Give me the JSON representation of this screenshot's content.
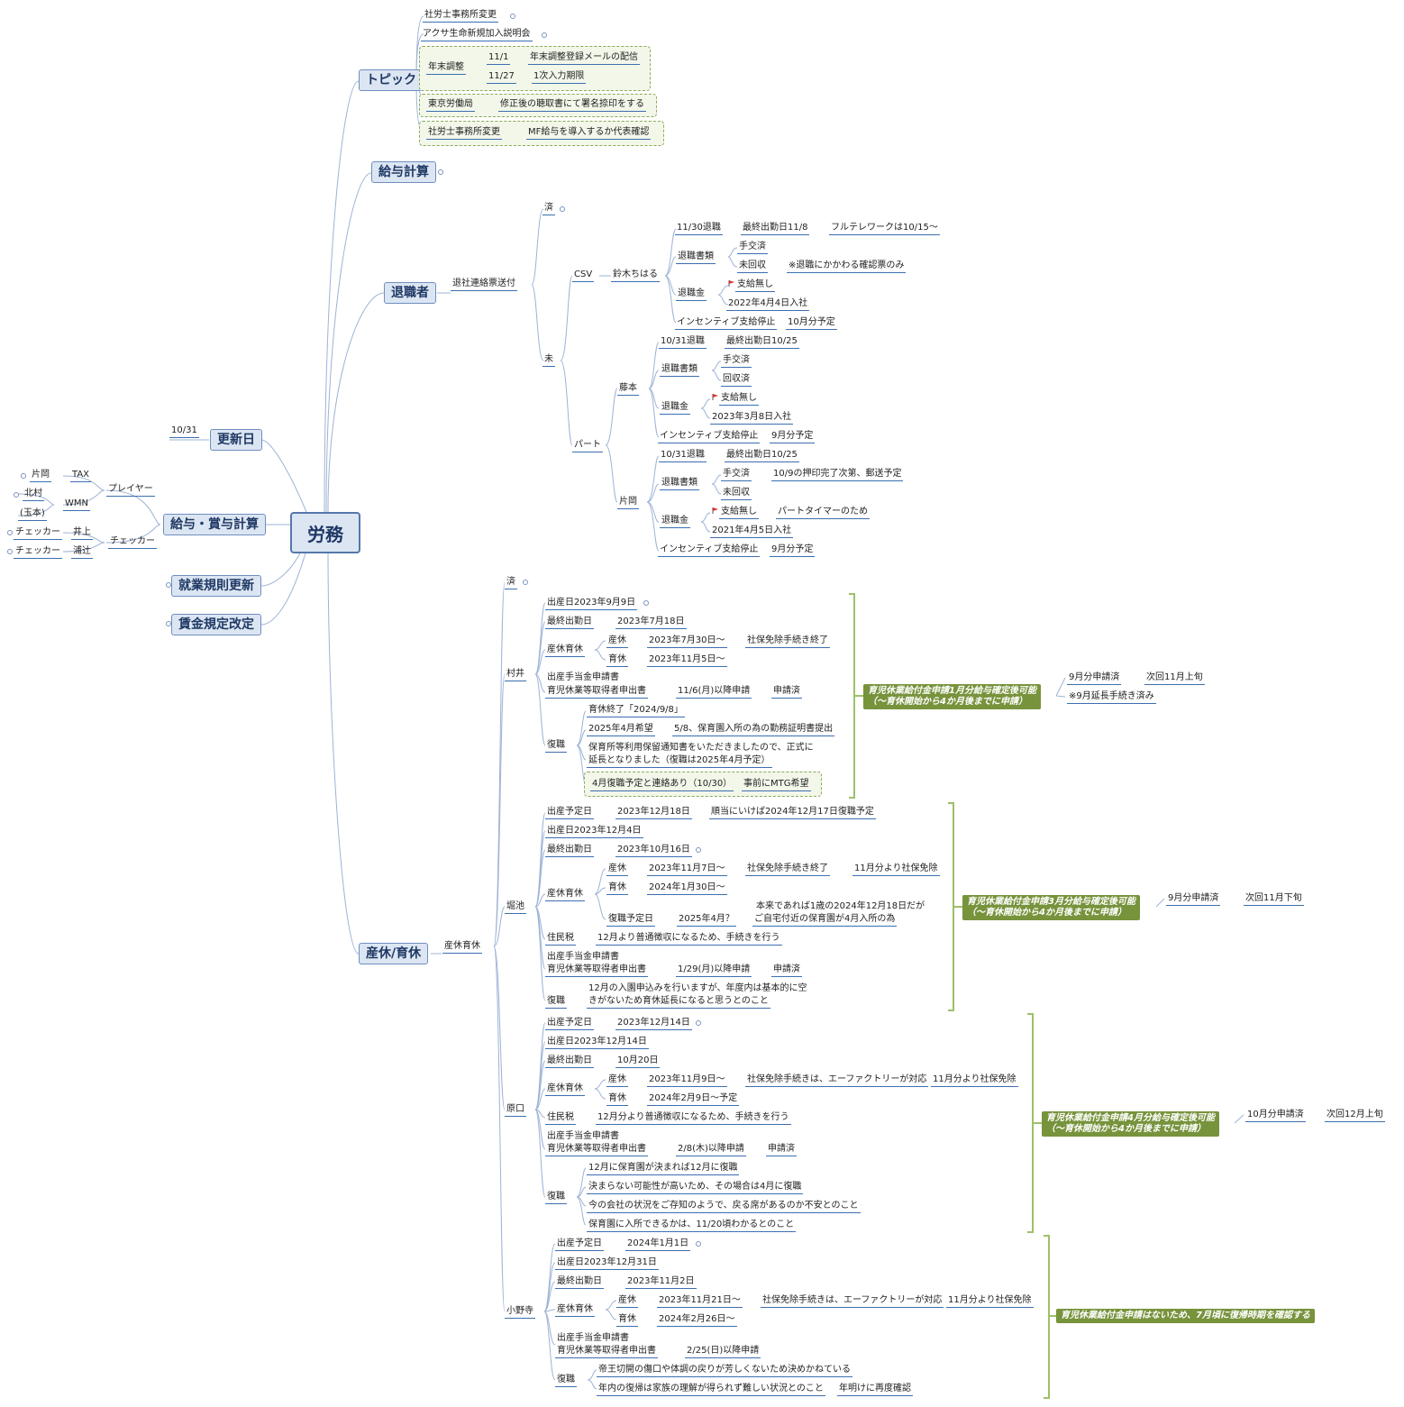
{
  "root": "労務",
  "topic": {
    "label": "トピック",
    "items": [
      "社労士事務所変更",
      "アクサ生命新規加入説明会"
    ],
    "nencho": {
      "label": "年末調整",
      "d1": "11/1",
      "t1": "年末調整登録メールの配信",
      "d2": "11/27",
      "t2": "1次入力期限"
    },
    "roudou": {
      "label": "東京労働局",
      "text": "修正後の聴取書にて署名捺印をする"
    },
    "sharou": {
      "label": "社労士事務所変更",
      "text": "MF給与を導入するか代表確認"
    }
  },
  "kyuyo": "給与計算",
  "taishoku": {
    "label": "退職者",
    "send": "退社連絡票送付",
    "done": "済",
    "undone": "未",
    "csv": "CSV",
    "part": "パート",
    "suzuki": {
      "name": "鈴木ちはる",
      "ret": "11/30退職",
      "last": "最終出勤日11/8",
      "tele": "フルテレワークは10/15～",
      "docs": "退職書類",
      "d1": "手交済",
      "d2": "未回収",
      "d2note": "※退職にかかわる確認票のみ",
      "money": "退職金",
      "m1": "支給無し",
      "m2": "2022年4月4日入社",
      "inc": "インセンティブ支給停止",
      "incv": "10月分予定"
    },
    "fujimoto": {
      "name": "藤本",
      "ret": "10/31退職",
      "last": "最終出勤日10/25",
      "docs": "退職書類",
      "d1": "手交済",
      "d2": "回収済",
      "money": "退職金",
      "m1": "支給無し",
      "m2": "2023年3月8日入社",
      "inc": "インセンティブ支給停止",
      "incv": "9月分予定"
    },
    "kataoka": {
      "name": "片岡",
      "ret": "10/31退職",
      "last": "最終出勤日10/25",
      "docs": "退職書類",
      "d1": "手交済",
      "d1note": "10/9の押印完了次第、郵送予定",
      "d2": "未回収",
      "money": "退職金",
      "m1": "支給無し",
      "m1note": "パートタイマーのため",
      "m2": "2021年4月5日入社",
      "inc": "インセンティブ支給停止",
      "incv": "9月分予定"
    }
  },
  "koushin": {
    "label": "更新日",
    "date": "10/31"
  },
  "kyuyo_shoyo": {
    "label": "給与・賞与計算",
    "player": "プレイヤー",
    "checker": "チェッカー",
    "tax": "TAX",
    "kataoka": "片岡",
    "wmn": "WMN",
    "kitamura": "北村",
    "tamamoto": "(玉本)",
    "inoue": "井上",
    "urasuji": "浦辻",
    "chk": "チェッカー"
  },
  "shugyo": "就業規則更新",
  "chingin": "賃金規定改定",
  "sankyu": {
    "label": "産休/育休",
    "sub": "産休育休",
    "done": "済",
    "murai": {
      "name": "村井",
      "birth": "出産日2023年9月9日",
      "last": "最終出勤日",
      "lastv": "2023年7月18日",
      "ikukyu": "産休育休",
      "sankyu": "産休",
      "sankyuv": "2023年7月30日～",
      "sankyun": "社保免除手続き終了",
      "ikyu": "育休",
      "ikyuv": "2023年11月5日～",
      "app1": "出産手当金申請書",
      "app2": "育児休業等取得者申出書",
      "appv": "11/6(月)以降申請",
      "appn": "申請済",
      "fuku": "復職",
      "f1": "育休終了「2024/9/8」",
      "f2": "2025年4月希望",
      "f2n": "5/8、保育園入所の為の勤務証明書提出",
      "f3a": "保育所等利用保留通知書をいただきましたので、正式に",
      "f3b": "延長となりました（復職は2025年4月予定）",
      "f4": "4月復職予定と連絡あり（10/30）",
      "f4n": "事前にMTG希望"
    },
    "horiike": {
      "name": "堀池",
      "due": "出産予定日",
      "duev": "2023年12月18日",
      "duen": "順当にいけば2024年12月17日復職予定",
      "birth": "出産日2023年12月4日",
      "last": "最終出勤日",
      "lastv": "2023年10月16日",
      "ikukyu": "産休育休",
      "sankyu": "産休",
      "sankyuv": "2023年11月7日～",
      "sankyun": "社保免除手続き終了",
      "sankyun2": "11月分より社保免除",
      "ikyu": "育休",
      "ikyuv": "2024年1月30日～",
      "fukuday": "復職予定日",
      "fukudayv": "2025年4月？",
      "fukun1": "本来であれば1歳の2024年12月18日だが",
      "fukun2": "ご自宅付近の保育園が4月入所の為",
      "jumin": "住民税",
      "juminv": "12月より普通徴収になるため、手続きを行う",
      "app1": "出産手当金申請書",
      "app2": "育児休業等取得者申出書",
      "appv": "1/29(月)以降申請",
      "appn": "申請済",
      "fuku": "復職",
      "fukua": "12月の入園申込みを行いますが、年度内は基本的に空",
      "fukub": "きがないため育休延長になると思うとのこと"
    },
    "haraguchi": {
      "name": "原口",
      "due": "出産予定日",
      "duev": "2023年12月14日",
      "birth": "出産日2023年12月14日",
      "last": "最終出勤日",
      "lastv": "10月20日",
      "ikukyu": "産休育休",
      "sankyu": "産休",
      "sankyuv": "2023年11月9日～",
      "sankyun": "社保免除手続きは、エーファクトリーが対応",
      "sankyun2": "11月分より社保免除",
      "ikyu": "育休",
      "ikyuv": "2024年2月9日～予定",
      "jumin": "住民税",
      "juminv": "12月分より普通徴収になるため、手続きを行う",
      "app1": "出産手当金申請書",
      "app2": "育児休業等取得者申出書",
      "appv": "2/8(木)以降申請",
      "appn": "申請済",
      "fuku": "復職",
      "f1": "12月に保育園が決まれば12月に復職",
      "f2": "決まらない可能性が高いため、その場合は4月に復職",
      "f3": "今の会社の状況をご存知のようで、戻る席があるのか不安とのこと",
      "f4": "保育園に入所できるかは、11/20頃わかるとのこと"
    },
    "onodera": {
      "name": "小野寺",
      "due": "出産予定日",
      "duev": "2024年1月1日",
      "birth": "出産日2023年12月31日",
      "last": "最終出勤日",
      "lastv": "2023年11月2日",
      "ikukyu": "産休育休",
      "sankyu": "産休",
      "sankyuv": "2023年11月21日～",
      "sankyun": "社保免除手続きは、エーファクトリーが対応",
      "sankyun2": "11月分より社保免除",
      "ikyu": "育休",
      "ikyuv": "2024年2月26日～",
      "app1": "出産手当金申請書",
      "app2": "育児休業等取得者申出書",
      "appv": "2/25(日)以降申請",
      "fuku": "復職",
      "f1": "帝王切開の傷口や体調の戻りが芳しくないため決めかねている",
      "f2": "年内の復帰は家族の理解が得られず難しい状況とのこと",
      "f2n": "年明けに再度確認"
    },
    "g1a": "育児休業給付金申請1月分給与確定後可能",
    "g1b": "（～育休開始から4か月後までに申請）",
    "g1n1": "9月分申請済",
    "g1n1b": "次回11月上旬",
    "g1n2": "※9月延長手続き済み",
    "g2a": "育児休業給付金申請3月分給与確定後可能",
    "g2b": "（～育休開始から4か月後までに申請）",
    "g2n1": "9月分申請済",
    "g2n1b": "次回11月下旬",
    "g3a": "育児休業給付金申請4月分給与確定後可能",
    "g3b": "（～育休開始から4か月後までに申請）",
    "g3n1": "10月分申請済",
    "g3n1b": "次回12月上旬",
    "g4": "育児休業給付金申請はないため、7月頃に復帰時期を確認する"
  },
  "colors": {
    "accent": "#3b6fb0",
    "boundary": "#9dc06a",
    "summary": "#77933c"
  }
}
